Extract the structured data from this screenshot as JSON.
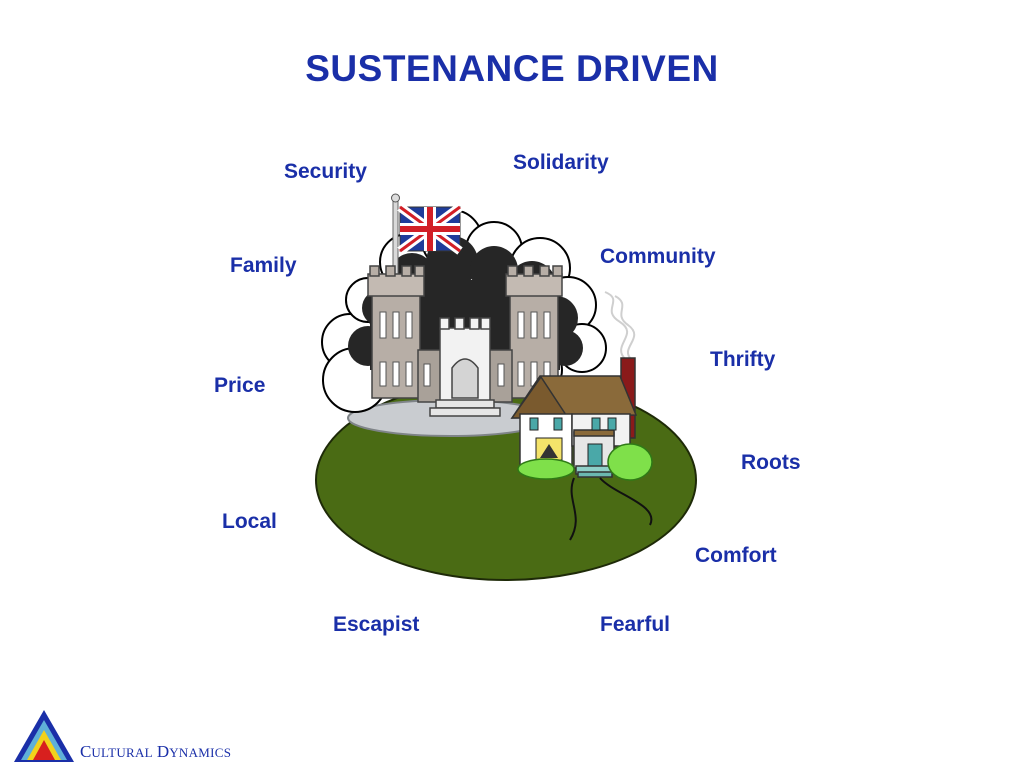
{
  "slide": {
    "title": "SUSTENANCE DRIVEN",
    "words": {
      "security": "Security",
      "solidarity": "Solidarity",
      "family": "Family",
      "community": "Community",
      "thrifty": "Thrifty",
      "price": "Price",
      "roots": "Roots",
      "local": "Local",
      "comfort": "Comfort",
      "escapist": "Escapist",
      "fearful": "Fearful"
    }
  },
  "footer": {
    "brand_first_initial": "C",
    "brand_first_rest": "ULTURAL",
    "brand_second_initial": "D",
    "brand_second_rest": "YNAMICS"
  },
  "colors": {
    "text_blue": "#1a2fa8",
    "grass": "#4a6b14",
    "smoke": "#262626",
    "stone": "#b7aea6",
    "roof": "#8a6a3a",
    "chimney": "#8a1a1a",
    "bush": "#7fe04a"
  },
  "illustration": {
    "icons": [
      "castle-icon",
      "flag-icon",
      "house-icon",
      "smoke-cloud-icon",
      "hill-icon"
    ]
  }
}
